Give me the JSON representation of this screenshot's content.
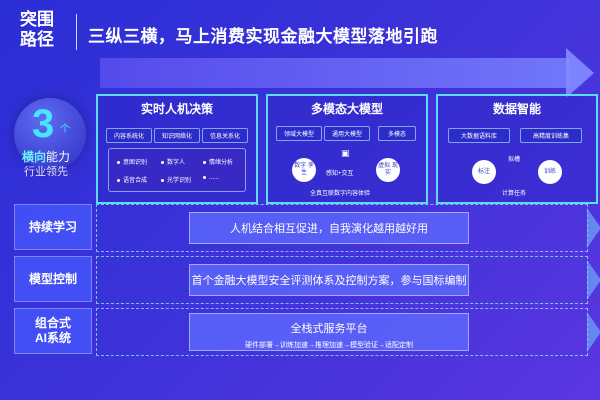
{
  "header": {
    "left_title": "突围\n路径",
    "main_title": "三纵三横，马上消费实现金融大模型落地引跑"
  },
  "badge": {
    "number": "3",
    "unit": "个",
    "line1_highlight": "横向",
    "line1_rest": "能力",
    "line2": "行业领先"
  },
  "rows": [
    {
      "label": "持续学习",
      "text": "人机结合相互促进，自我演化越用越好用"
    },
    {
      "label": "模型控制",
      "text": "首个金融大模型安全评测体系及控制方案，参与国标编制"
    },
    {
      "label": "组合式\nAI系统",
      "text": "全栈式服务平台",
      "subtext": "硬件部署→训练加速→推理加速→模型验证→适配定制"
    }
  ],
  "columns": [
    {
      "title": "实时人机决策",
      "pills": [
        "内容系统化",
        "知识网络化",
        "信息关系化"
      ],
      "items": [
        "意图识别",
        "数字人",
        "情绪分析",
        "语音合成",
        "光学识别",
        "......"
      ]
    },
    {
      "title": "多模态大模型",
      "pills": [
        "领域大模型",
        "通用大模型",
        "多模态"
      ],
      "circle_left": "数字\n孪生",
      "center": "感知+交互",
      "circle_right": "虚拟\n现实",
      "bottom": "全真互联数字内容体验"
    },
    {
      "title": "数据智能",
      "pills": [
        "大数据语料库",
        "高精度训练集"
      ],
      "center": "拟槽",
      "circle_left": "标注",
      "circle_right": "训练",
      "bottom": "计算任务"
    }
  ]
}
